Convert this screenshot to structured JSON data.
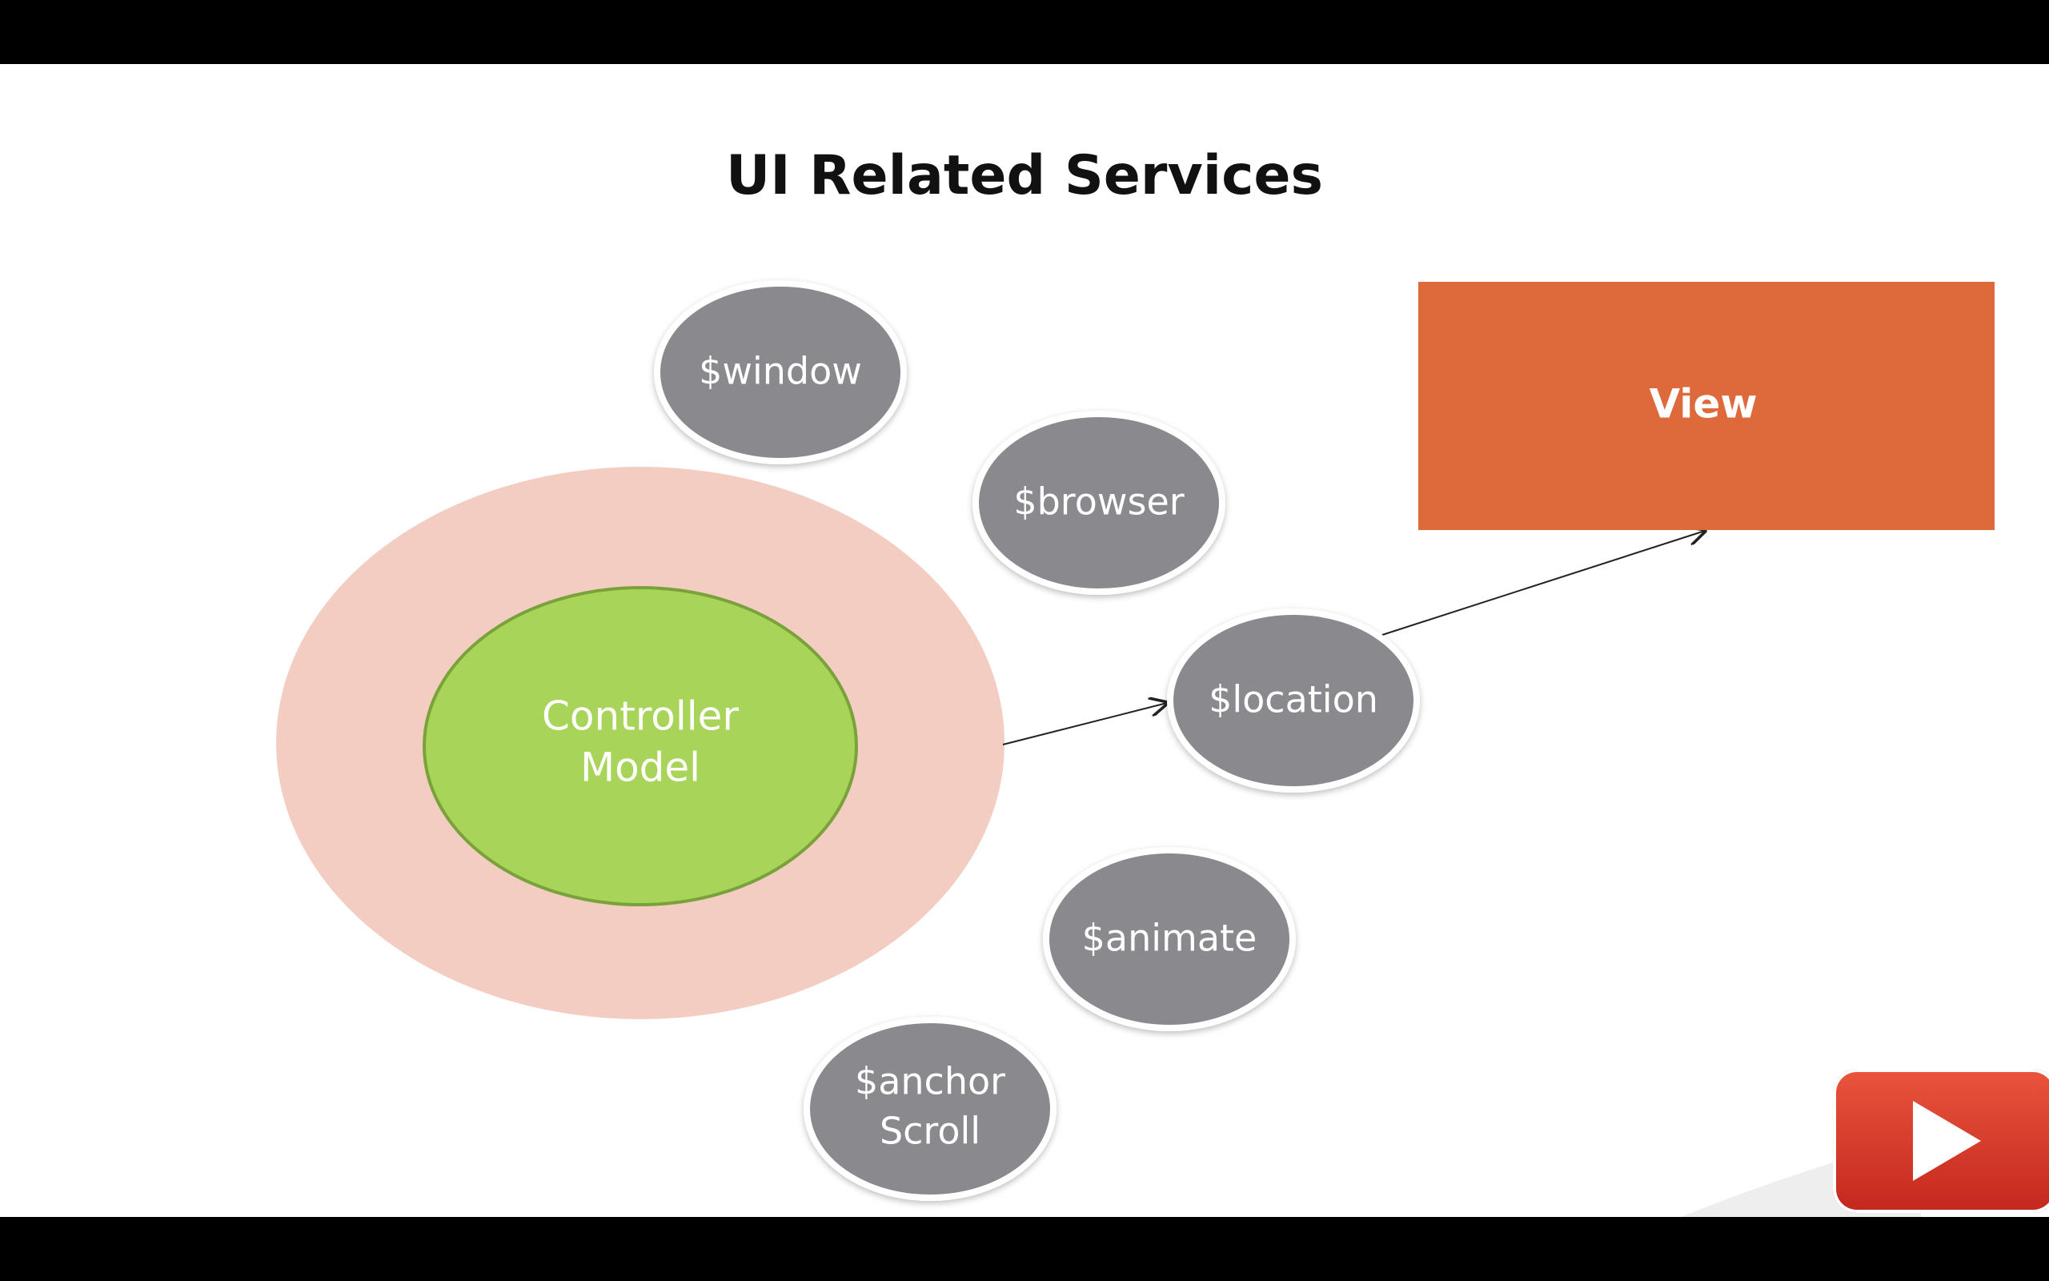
{
  "title": "UI Related Services",
  "center": {
    "line1": "Controller",
    "line2": "Model"
  },
  "services": [
    {
      "id": "window",
      "line1": "$window",
      "line2": ""
    },
    {
      "id": "browser",
      "line1": "$browser",
      "line2": ""
    },
    {
      "id": "location",
      "line1": "$location",
      "line2": ""
    },
    {
      "id": "animate",
      "line1": "$animate",
      "line2": ""
    },
    {
      "id": "anchorscroll",
      "line1": "$anchor",
      "line2": "Scroll"
    }
  ],
  "view": {
    "label": "View"
  },
  "colors": {
    "outer_ring": "#f3cdc1",
    "controller_fill": "#a8d45a",
    "controller_stroke": "#7aa23a",
    "service_fill": "#8a8a8e",
    "view_fill": "#de6a3c",
    "play_button": "#d6372a"
  },
  "icons": {
    "play_button": "play-icon"
  }
}
